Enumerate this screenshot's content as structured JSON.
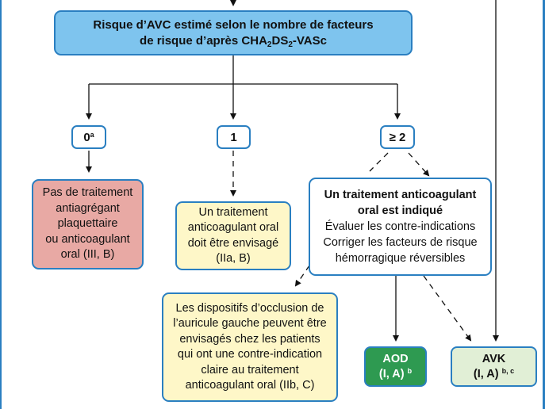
{
  "top_box": {
    "line1": "Risque d’AVC estimé selon le nombre de facteurs",
    "line2_a": "de risque d’après CHA",
    "line2_b": "DS",
    "line2_c": "-VASc",
    "sub_1": "2",
    "sub_2": "2"
  },
  "counts": {
    "zero": "0",
    "zero_note": "a",
    "one": "1",
    "two_plus": "≥ 2"
  },
  "no_treatment": [
    "Pas de traitement",
    "antiagrégant",
    "plaquettaire",
    "ou anticoagulant",
    "oral (III, B)"
  ],
  "consider": [
    "Un traitement",
    "anticoagulant oral",
    "doit être envisagé",
    "(IIa, B)"
  ],
  "indicated": {
    "title_1": "Un traitement anticoagulant",
    "title_2": "oral est indiqué",
    "lines": [
      "Évaluer les contre-indications",
      "Corriger les facteurs de risque",
      "hémorragique réversibles"
    ]
  },
  "occlusion": [
    "Les dispositifs d’occlusion de",
    "l’auricule gauche peuvent être",
    "envisagés chez les patients",
    "qui ont une contre-indication",
    "claire au traitement",
    "anticoagulant oral (IIb, C)"
  ],
  "aod": {
    "name": "AOD",
    "grade": "(I, A)",
    "note": "b"
  },
  "avk": {
    "name": "AVK",
    "grade": "(I, A)",
    "note": "b, c"
  },
  "colors": {
    "frame": "#2a7fc1",
    "top_fill": "#7ec4ee",
    "red_fill": "#e8a9a4",
    "yellow_fill": "#fef7c8",
    "green_fill": "#2e9a51",
    "light_green_fill": "#e1efd6"
  }
}
